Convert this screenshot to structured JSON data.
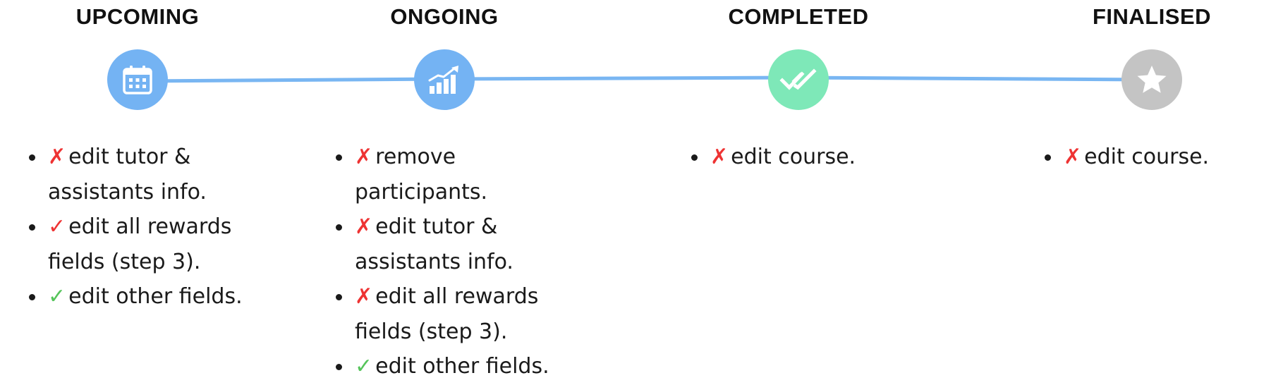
{
  "colors": {
    "line": "#79b6f2",
    "upcoming": "#74b3f3",
    "ongoing": "#74b3f3",
    "completed": "#7ee8b8",
    "finalised": "#c4c4c4",
    "deny": "#ee3333",
    "allow": "#55c45a"
  },
  "stages": [
    {
      "title": "UPCOMING",
      "icon": "calendar-icon",
      "rules": [
        {
          "mark": "✗",
          "type": "deny",
          "text": "edit tutor & assistants info."
        },
        {
          "mark": "✓",
          "type": "deny",
          "text": "edit all rewards fields (step 3)."
        },
        {
          "mark": "✓",
          "type": "allow",
          "text": "edit other fields."
        }
      ]
    },
    {
      "title": "ONGOING",
      "icon": "rising-chart-icon",
      "rules": [
        {
          "mark": "✗",
          "type": "deny",
          "text": "remove participants."
        },
        {
          "mark": "✗",
          "type": "deny",
          "text": "edit tutor & assistants info."
        },
        {
          "mark": "✗",
          "type": "deny",
          "text": "edit all rewards fields (step 3)."
        },
        {
          "mark": "✓",
          "type": "allow",
          "text": "edit other fields."
        }
      ]
    },
    {
      "title": "COMPLETED",
      "icon": "double-check-icon",
      "rules": [
        {
          "mark": "✗",
          "type": "deny",
          "text": "edit course."
        }
      ]
    },
    {
      "title": "FINALISED",
      "icon": "star-icon",
      "rules": [
        {
          "mark": "✗",
          "type": "deny",
          "text": "edit course."
        }
      ]
    }
  ]
}
